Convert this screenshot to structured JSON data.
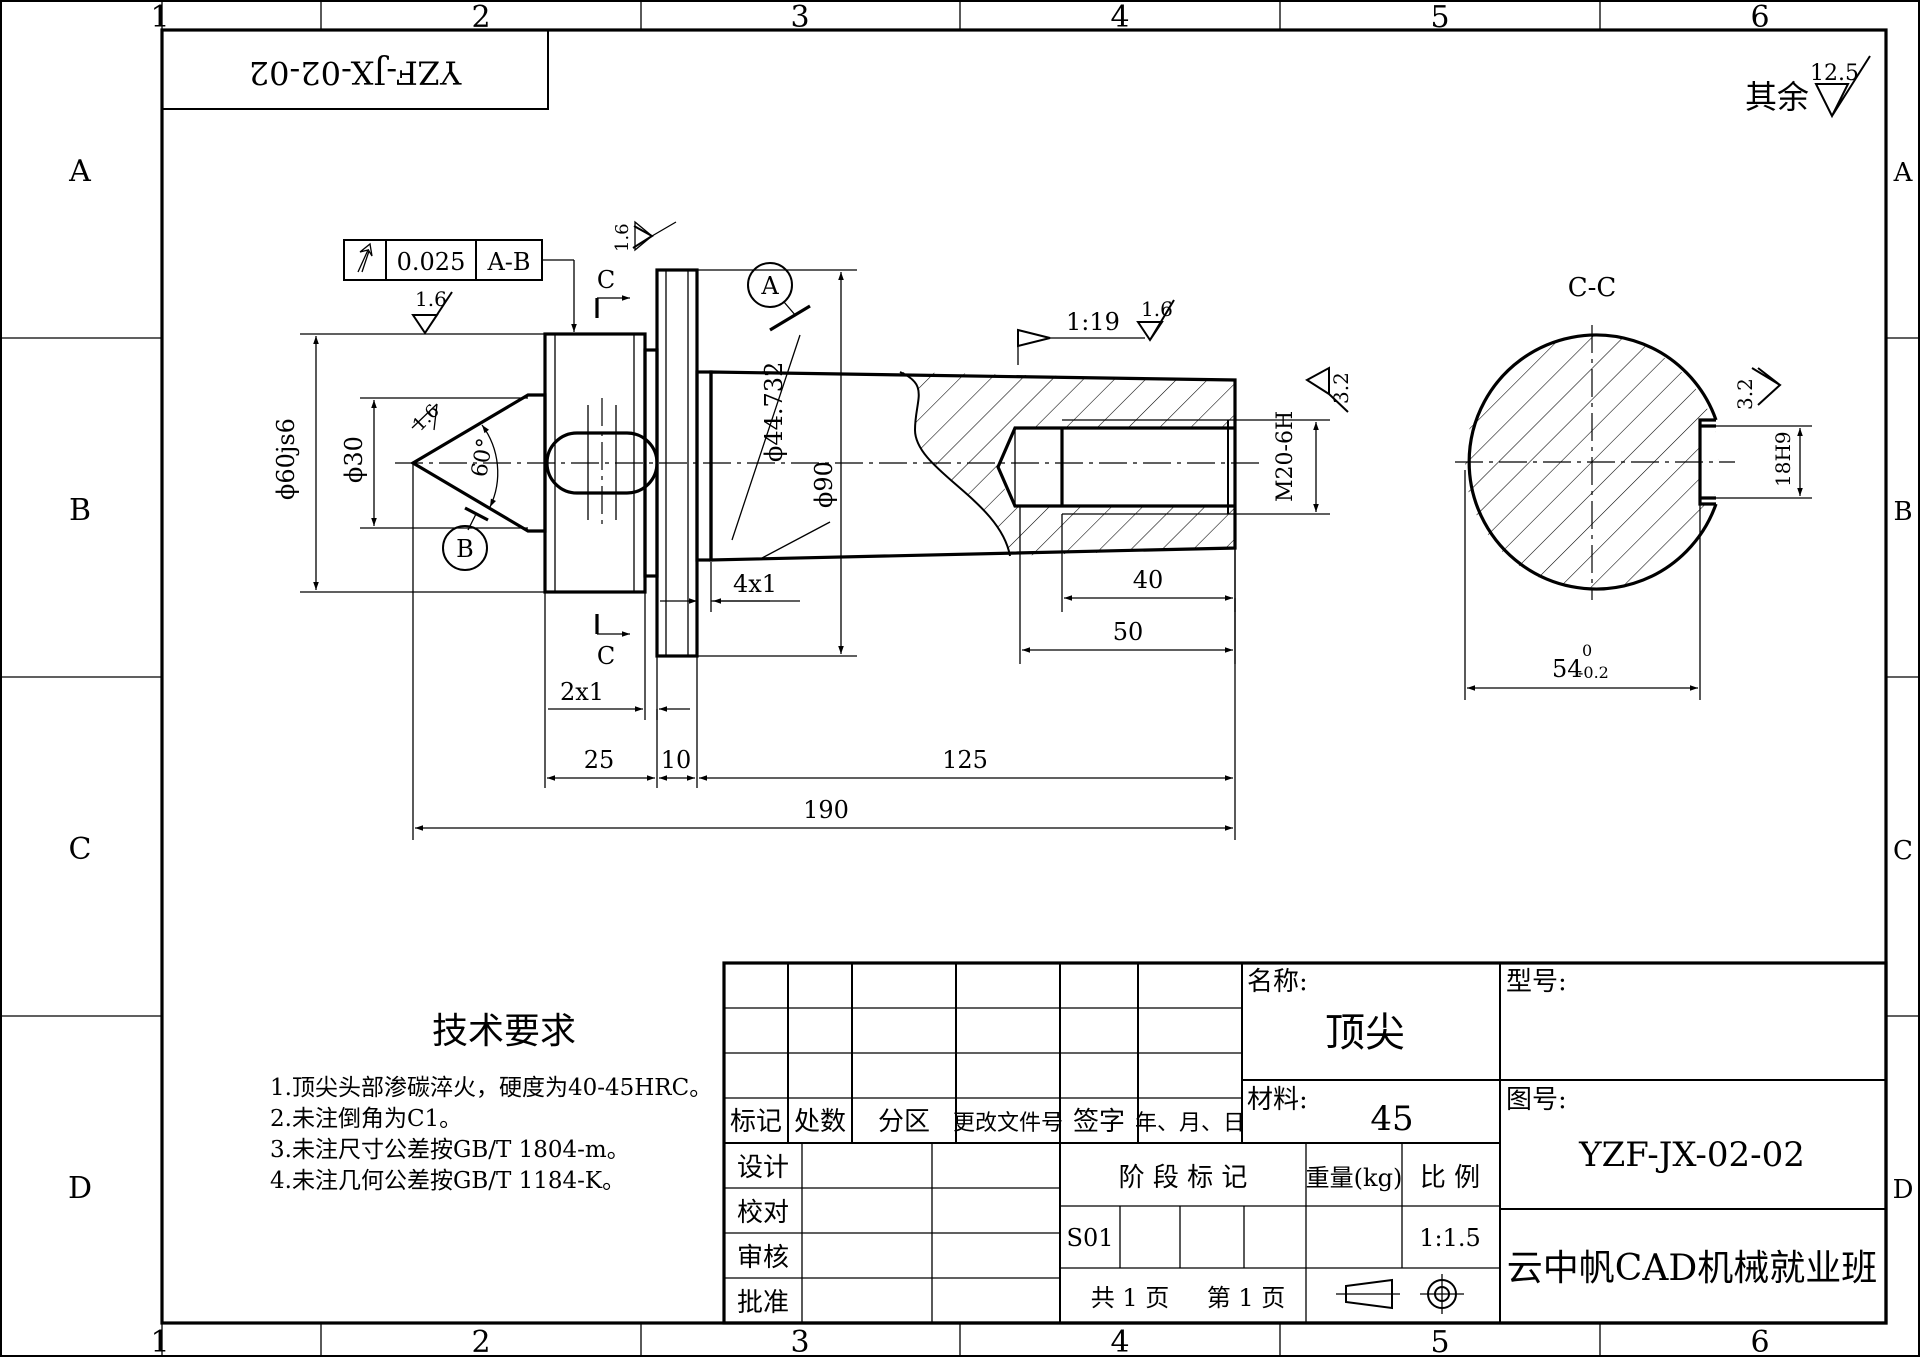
{
  "frame": {
    "zone_columns": [
      "1",
      "2",
      "3",
      "4",
      "5",
      "6"
    ],
    "zone_rows": [
      "A",
      "B",
      "C",
      "D"
    ]
  },
  "drawing_code_rotated": "YZF-JX-02-02",
  "roughness": {
    "default_label": "其余",
    "default_value": "12.5",
    "face_value": "1.6",
    "outer_value": "1.6",
    "taper_value": "1.6",
    "thread_value": "3.2",
    "keyway_value": "3.2"
  },
  "tolerance_frame": {
    "symbol": "runout-arrow-icon",
    "value": "0.025",
    "datum": "A-B"
  },
  "datums": {
    "a": "A",
    "b": "B"
  },
  "section": {
    "cut_label_top": "C",
    "cut_label_bottom": "C",
    "view_title": "C-C"
  },
  "dimensions": {
    "taper_ratio": "1:19",
    "dia_60": "ϕ60js6",
    "dia_30": "ϕ30",
    "angle_60": "60°",
    "dia_44": "ϕ44.732",
    "dia_90": "ϕ90",
    "thread": "M20-6H",
    "chamfer_4x1": "4x1",
    "chamfer_2x1": "2x1",
    "len_40": "40",
    "len_50": "50",
    "len_25": "25",
    "len_10": "10",
    "len_125": "125",
    "len_190": "190",
    "key_18": "18H9",
    "width_54": "54",
    "tol_upper": "0",
    "tol_lower": "-0.2"
  },
  "tech": {
    "title": "技术要求",
    "items": [
      "1.顶尖头部渗碳淬火，硬度为40-45HRC。",
      "2.未注倒角为C1。",
      "3.未注尺寸公差按GB/T 1804-m。",
      "4.未注几何公差按GB/T 1184-K。"
    ]
  },
  "title_block": {
    "name_label": "名称:",
    "name_value": "顶尖",
    "model_label": "型号:",
    "material_label": "材料:",
    "material_value": "45",
    "drawing_no_label": "图号:",
    "drawing_no_value": "YZF-JX-02-02",
    "company": "云中帆CAD机械就业班",
    "rev_headers": [
      "标记",
      "处数",
      "分区",
      "更改文件号",
      "签字",
      "年、月、日"
    ],
    "roles": [
      "设计",
      "校对",
      "审核",
      "批准"
    ],
    "stage_label": "阶 段 标 记",
    "weight_label": "重量(kg)",
    "scale_label": "比 例",
    "stage_value": "S01",
    "scale_value": "1:1.5",
    "sheet_total": "共 1 页",
    "sheet_current": "第 1 页"
  }
}
